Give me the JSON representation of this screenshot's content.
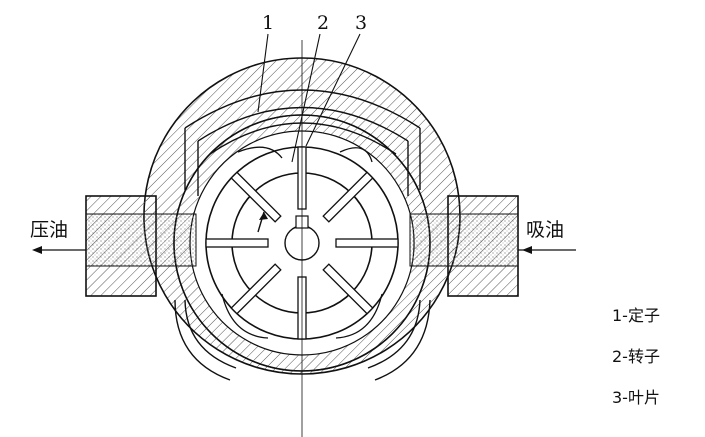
{
  "callouts": [
    "1",
    "2",
    "3"
  ],
  "ports": {
    "left": "压油",
    "right": "吸油"
  },
  "legend": [
    "1-定子",
    "2-转子",
    "3-叶片"
  ]
}
